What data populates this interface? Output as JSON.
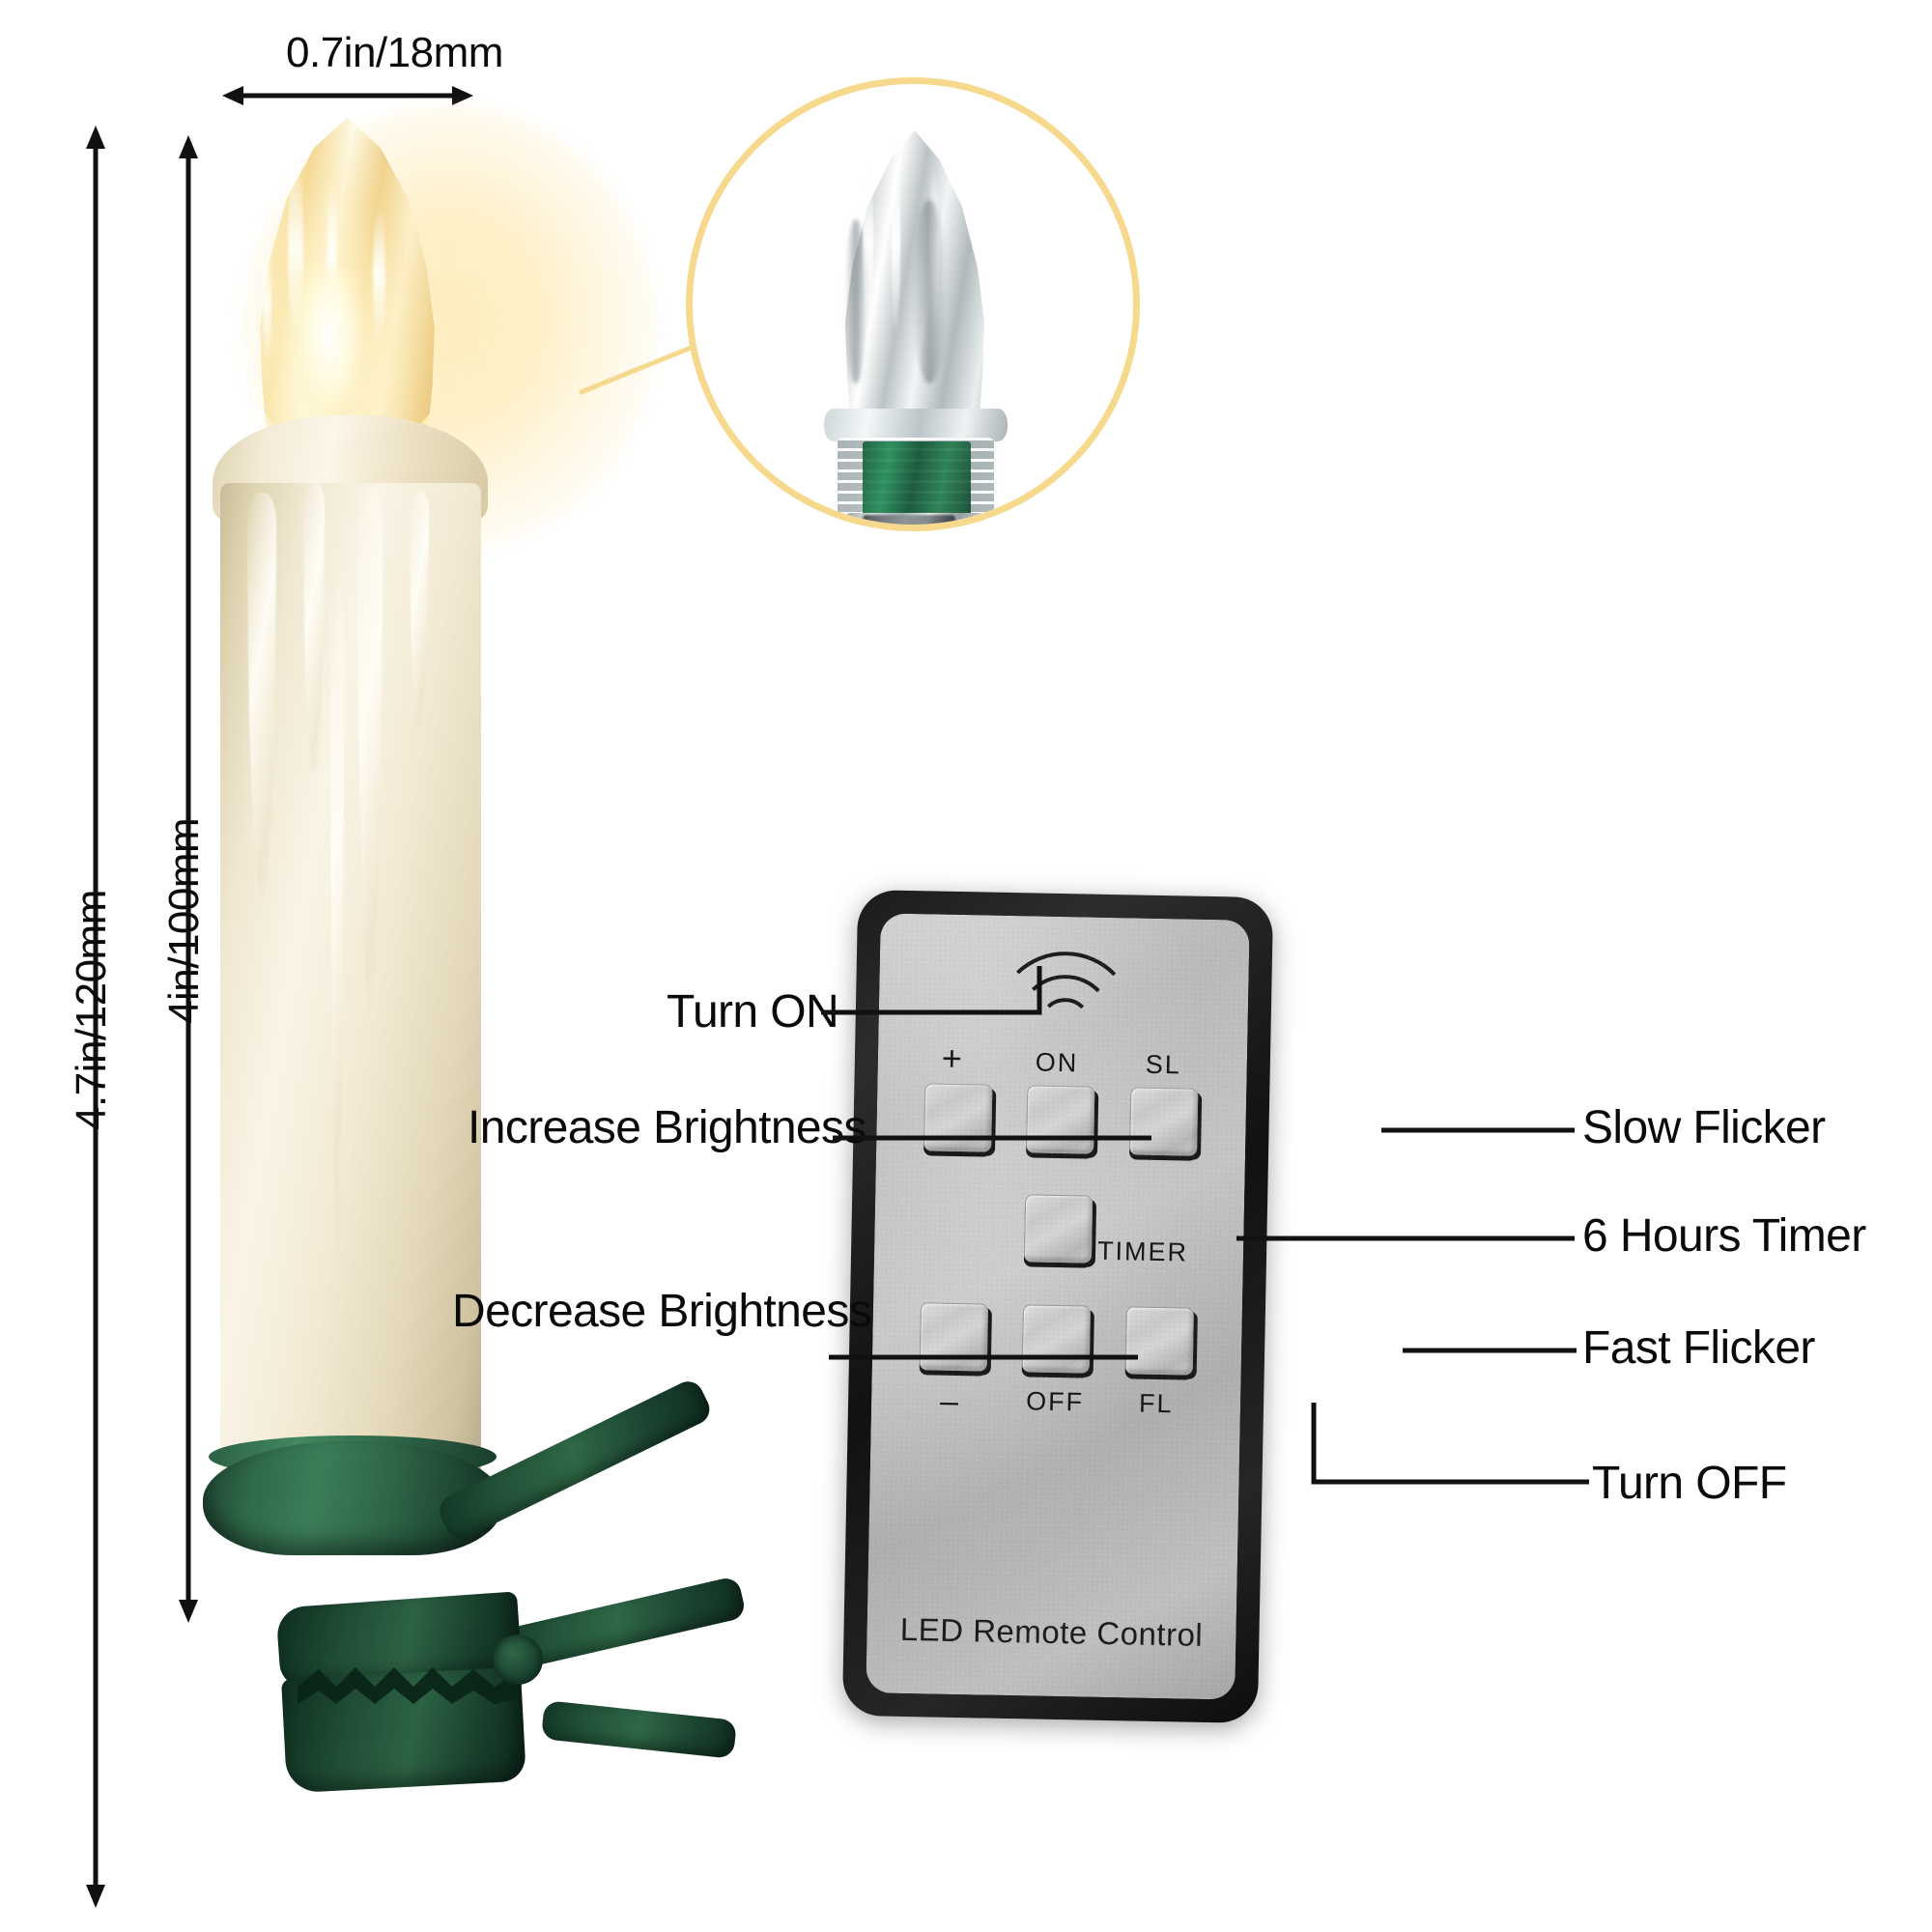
{
  "dimensions": {
    "width_label": "0.7in/18mm",
    "total_height_label": "4.7in/120mm",
    "body_height_label": "4in/100mm"
  },
  "callouts": {
    "left": [
      {
        "id": "turn-on",
        "label": "Turn ON"
      },
      {
        "id": "increase-brightness",
        "label": "Increase Brightness"
      },
      {
        "id": "decrease-brightness",
        "label": "Decrease Brightness"
      }
    ],
    "right": [
      {
        "id": "slow-flicker",
        "label": "Slow Flicker"
      },
      {
        "id": "six-hours-timer",
        "label": "6 Hours Timer"
      },
      {
        "id": "fast-flicker",
        "label": "Fast Flicker"
      },
      {
        "id": "turn-off",
        "label": "Turn OFF"
      }
    ]
  },
  "remote": {
    "brand_label": "LED Remote Control",
    "buttons": [
      {
        "id": "plus",
        "cap": "+"
      },
      {
        "id": "on",
        "cap": "ON"
      },
      {
        "id": "sl",
        "cap": "SL"
      },
      {
        "id": "timer",
        "cap": "TIMER"
      },
      {
        "id": "minus",
        "cap": "–"
      },
      {
        "id": "off",
        "cap": "OFF"
      },
      {
        "id": "fl",
        "cap": "FL"
      }
    ]
  },
  "colors": {
    "accent_gold": "#f7d98e",
    "candle_wax": "#f0e8d2",
    "clip_green": "#1e4432",
    "remote_body": "#141414",
    "remote_face": "#bfc0c1",
    "line_black": "#111111"
  }
}
